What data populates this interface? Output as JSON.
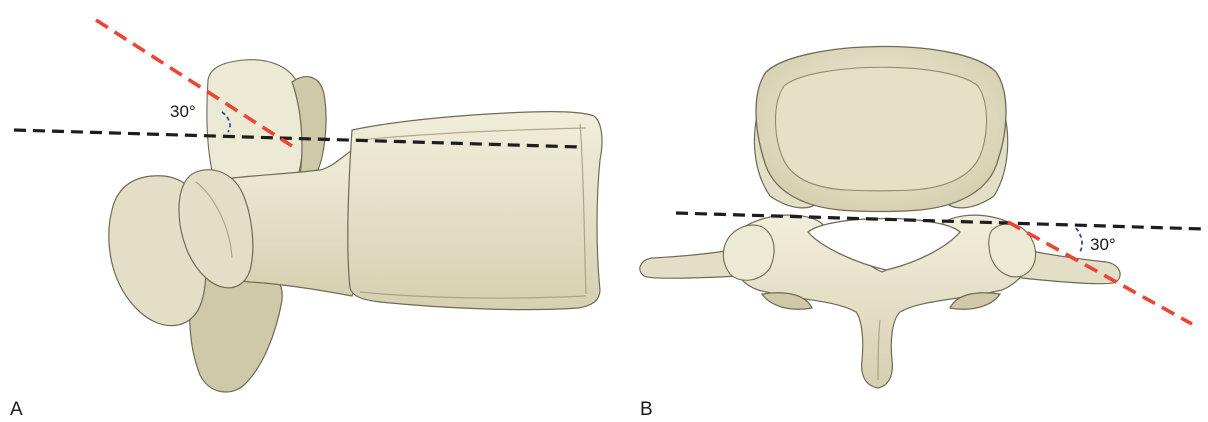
{
  "panels": [
    {
      "id": "A",
      "label": "A",
      "angle_label": "30°",
      "angle_degrees": 30
    },
    {
      "id": "B",
      "label": "B",
      "angle_label": "30°",
      "angle_degrees": 30
    }
  ],
  "colors": {
    "bone": "#e3dfc6",
    "bone_outline": "#6f6a55",
    "reference_line": "#1d1d1d",
    "angled_line": "#ee4433",
    "angle_arc": "#2b4ea8"
  }
}
